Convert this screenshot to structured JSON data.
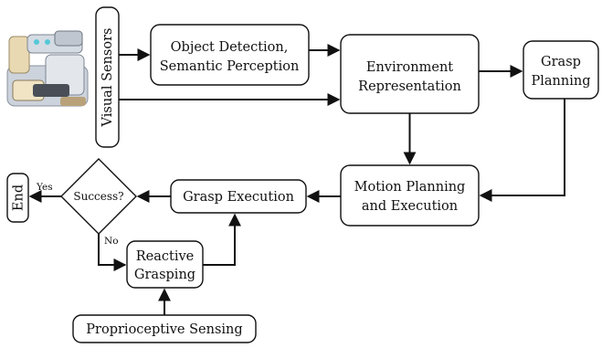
{
  "diagram": {
    "nodes": {
      "visual_sensors": "Visual Sensors",
      "object_detection": [
        "Object Detection,",
        "Semantic Perception"
      ],
      "environment_representation": [
        "Environment",
        "Representation"
      ],
      "grasp_planning": [
        "Grasp",
        "Planning"
      ],
      "motion_planning": [
        "Motion Planning",
        "and Execution"
      ],
      "grasp_execution": "Grasp Execution",
      "success": "Success?",
      "end": "End",
      "reactive_grasping": [
        "Reactive",
        "Grasping"
      ],
      "proprioceptive_sensing": "Proprioceptive Sensing"
    },
    "edge_labels": {
      "yes": "Yes",
      "no": "No"
    },
    "robot_image": "robot-hand-illustration"
  }
}
